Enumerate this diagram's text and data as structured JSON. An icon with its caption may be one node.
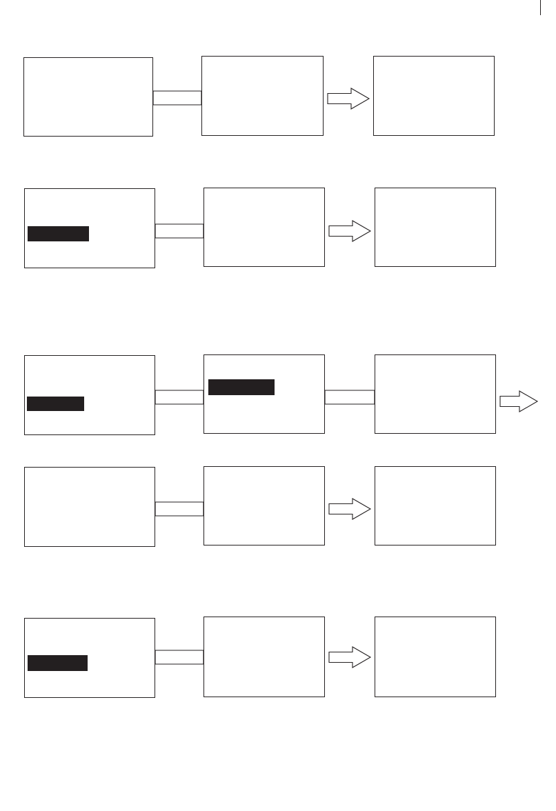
{
  "diagram": {
    "nodes": [
      {
        "text": [],
        "shape": "box"
      },
      {
        "text": [],
        "shape": "box"
      },
      {
        "text": [],
        "shape": "box"
      },
      {
        "text": [],
        "shape": "box"
      },
      {
        "text": [],
        "shape": "box"
      },
      {
        "text": [],
        "shape": "box"
      },
      {
        "text": [],
        "shape": "box"
      },
      {
        "text": [],
        "shape": "box"
      },
      {
        "text": [],
        "shape": "box"
      },
      {
        "text": [],
        "shape": "box"
      },
      {
        "text": [],
        "shape": "box"
      },
      {
        "text": [],
        "shape": "box"
      },
      {
        "text": [],
        "shape": "box"
      },
      {
        "text": [],
        "shape": "box"
      },
      {
        "text": [],
        "shape": "box"
      }
    ],
    "edges": [
      {
        "from": 0,
        "to": 1,
        "arrow": "none"
      },
      {
        "from": 1,
        "to": 2,
        "arrow": "to"
      },
      {
        "from": 3,
        "to": 4,
        "arrow": "none"
      },
      {
        "from": 4,
        "to": 5,
        "arrow": "to"
      },
      {
        "from": 6,
        "to": 7,
        "arrow": "none"
      },
      {
        "from": 7,
        "to": 8,
        "arrow": "none"
      },
      {
        "from": 8,
        "to": null,
        "arrow": "to"
      },
      {
        "from": 9,
        "to": 10,
        "arrow": "none"
      },
      {
        "from": 10,
        "to": 11,
        "arrow": "to"
      },
      {
        "from": 12,
        "to": 13,
        "arrow": "none"
      },
      {
        "from": 13,
        "to": 14,
        "arrow": "to"
      }
    ]
  }
}
